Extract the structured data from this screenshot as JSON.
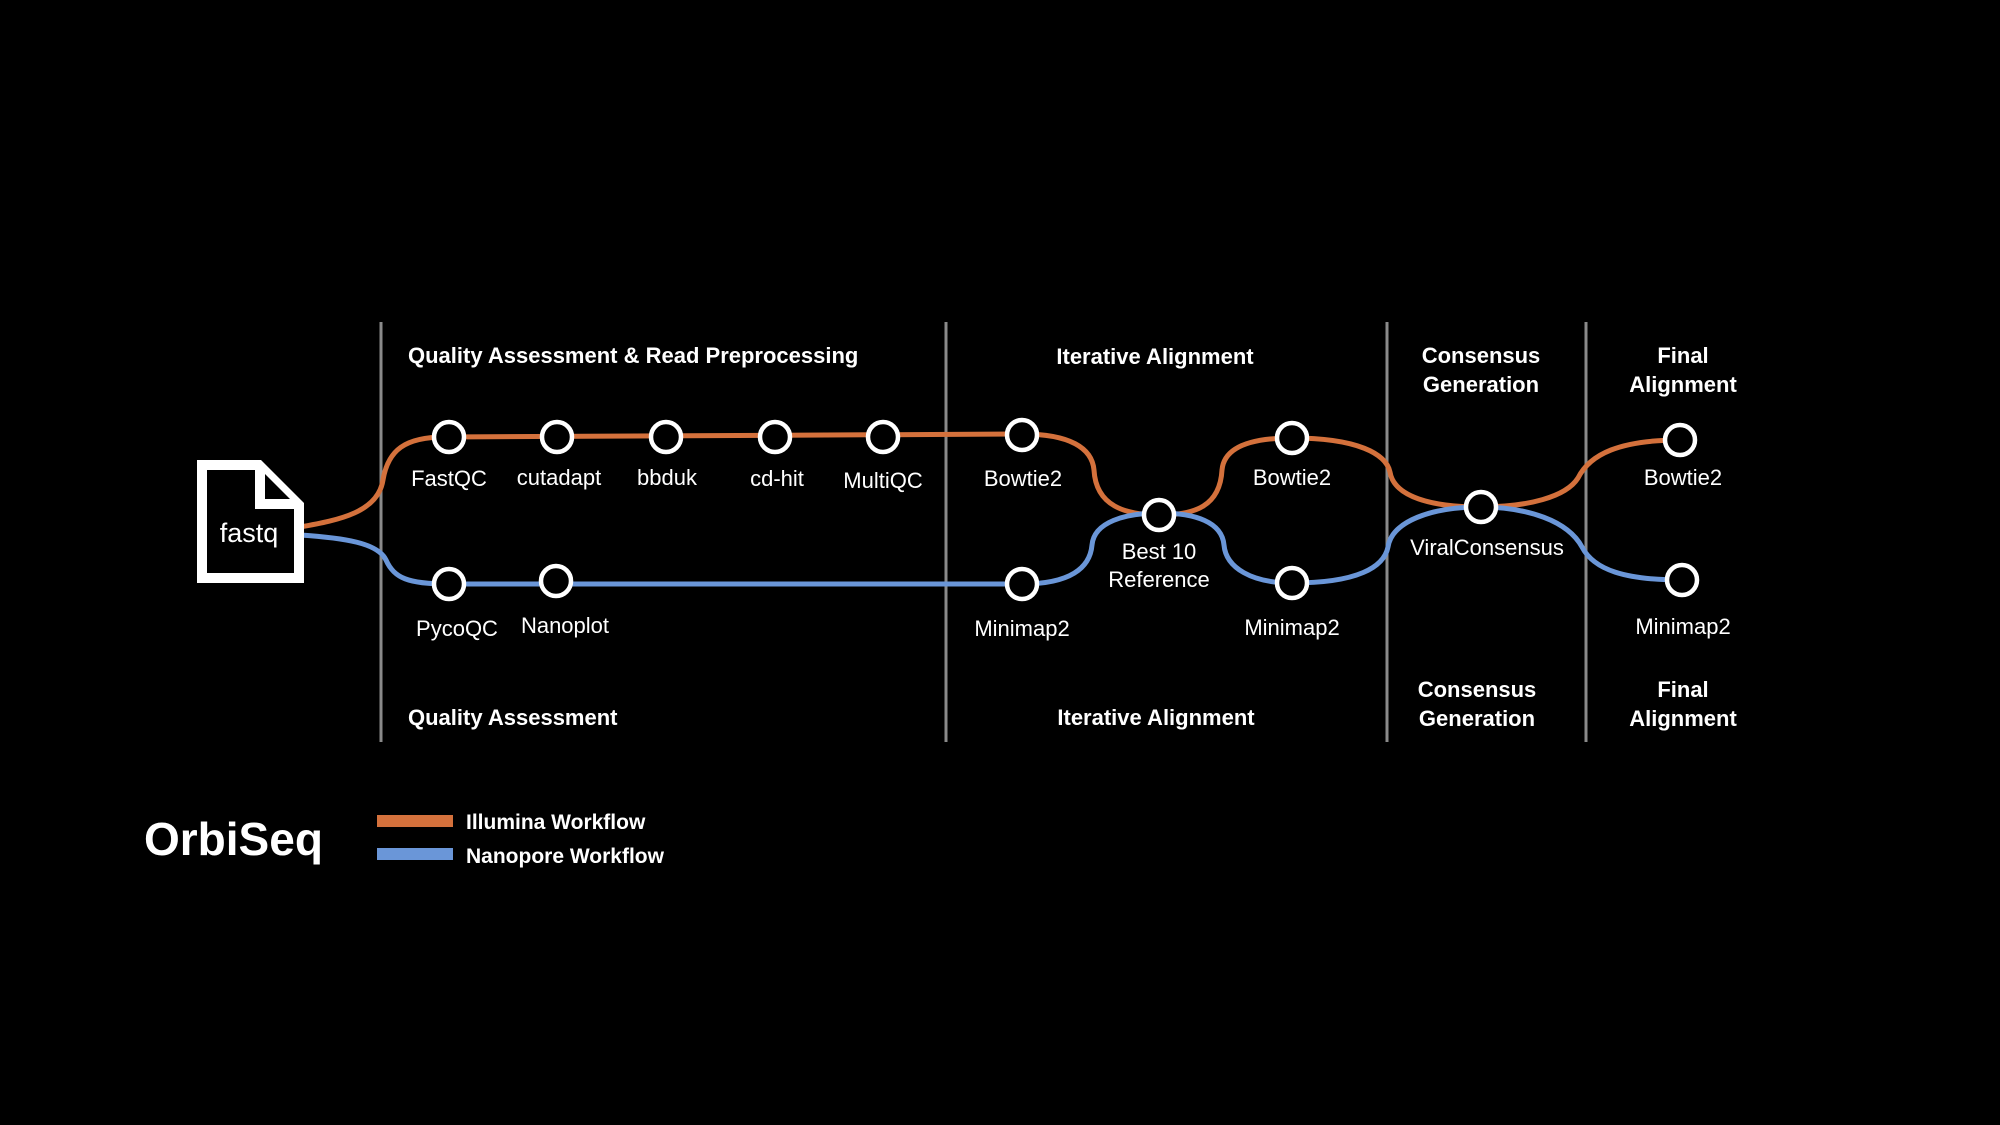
{
  "colors": {
    "background": "#000000",
    "illumina": "#d4713c",
    "nanopore": "#6a96d8",
    "text": "#ffffff",
    "divider": "#8a8a8a"
  },
  "input_file": {
    "icon": "document-icon",
    "label": "fastq"
  },
  "sections_top": [
    {
      "label": "Quality Assessment & Read Preprocessing"
    },
    {
      "label": "Iterative Alignment"
    },
    {
      "label": "Consensus",
      "label2": "Generation"
    },
    {
      "label": "Final",
      "label2": "Alignment"
    }
  ],
  "sections_bottom": [
    {
      "label": "Quality Assessment"
    },
    {
      "label": "Iterative Alignment"
    },
    {
      "label": "Consensus",
      "label2": "Generation"
    },
    {
      "label": "Final",
      "label2": "Alignment"
    }
  ],
  "illumina_nodes": [
    {
      "label": "FastQC"
    },
    {
      "label": "cutadapt"
    },
    {
      "label": "bbduk"
    },
    {
      "label": "cd-hit"
    },
    {
      "label": "MultiQC"
    },
    {
      "label": "Bowtie2"
    },
    {
      "label": "Bowtie2"
    },
    {
      "label": "Bowtie2"
    }
  ],
  "nanopore_nodes": [
    {
      "label": "PycoQC"
    },
    {
      "label": "Nanoplot"
    },
    {
      "label": "Minimap2"
    },
    {
      "label": "Minimap2"
    },
    {
      "label": "Minimap2"
    }
  ],
  "shared_nodes": [
    {
      "label": "Best 10",
      "label2": "Reference"
    },
    {
      "label": "ViralConsensus"
    }
  ],
  "brand": "OrbiSeq",
  "legend": [
    {
      "label": "Illumina Workflow",
      "color": "#d4713c"
    },
    {
      "label": "Nanopore Workflow",
      "color": "#6a96d8"
    }
  ]
}
